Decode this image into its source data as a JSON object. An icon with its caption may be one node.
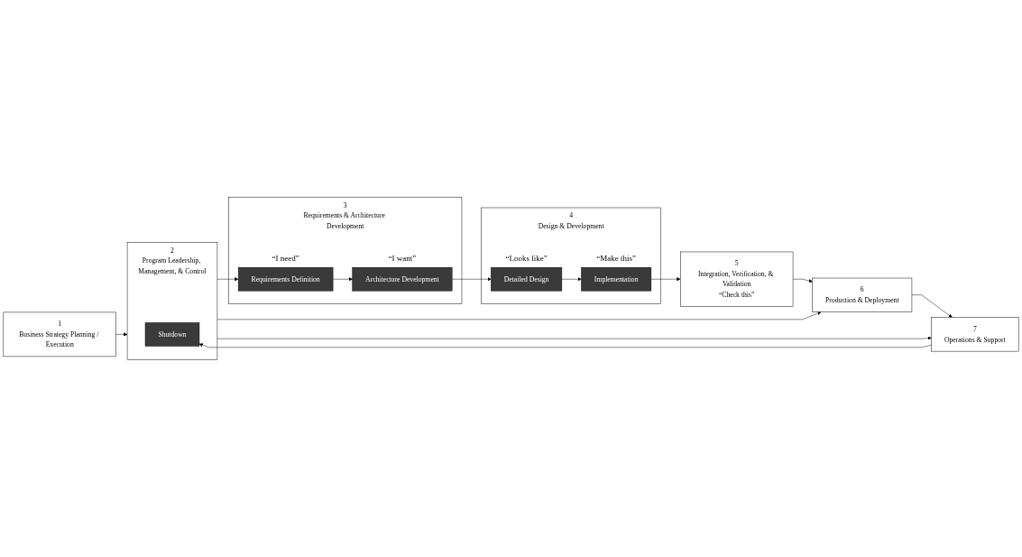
{
  "diagram": {
    "nodes": [
      {
        "text": [
          "1",
          "Business Strategy Planning / Execution"
        ]
      },
      {
        "text": [
          "2",
          "Program Leadership, Management, & Control"
        ]
      },
      {
        "text": [
          "Shutdown"
        ],
        "in": 1
      },
      {
        "text": [
          "3",
          "Requirements & Architecture Development"
        ]
      },
      {
        "text": [
          "Requirements Definition"
        ],
        "in": 3,
        "beside": [
          "“I need”"
        ]
      },
      {
        "text": [
          "Architecture Development"
        ],
        "in": 3,
        "beside": [
          "“I want”"
        ]
      },
      {
        "text": [
          "4",
          "Design & Development"
        ]
      },
      {
        "text": [
          "Detailed Design"
        ],
        "in": 6,
        "beside": [
          "“Looks like”"
        ]
      },
      {
        "text": [
          "Implementation"
        ],
        "in": 6,
        "beside": [
          "“Make this”"
        ]
      },
      {
        "text": [
          "5",
          "Integration, Verification, & Validation",
          "“Check this”"
        ]
      },
      {
        "text": [
          "6",
          "Production & Deployment"
        ]
      },
      {
        "text": [
          "7",
          "Operations & Support"
        ]
      }
    ],
    "edges": [
      {
        "from": 0,
        "to": 1,
        "arrow": "to"
      },
      {
        "from": 1,
        "to": 4,
        "arrow": "to"
      },
      {
        "from": 1,
        "to": 10,
        "arrow": "to"
      },
      {
        "from": 1,
        "to": 11,
        "arrow": "to"
      },
      {
        "from": 4,
        "to": 5,
        "arrow": "to"
      },
      {
        "from": 5,
        "to": 7,
        "arrow": "to"
      },
      {
        "from": 7,
        "to": 8,
        "arrow": "to"
      },
      {
        "from": 8,
        "to": 9,
        "arrow": "to"
      },
      {
        "from": 9,
        "to": 10,
        "arrow": "to"
      },
      {
        "from": 10,
        "to": 11,
        "arrow": "to"
      },
      {
        "from": 11,
        "to": 2,
        "arrow": "to"
      }
    ]
  }
}
